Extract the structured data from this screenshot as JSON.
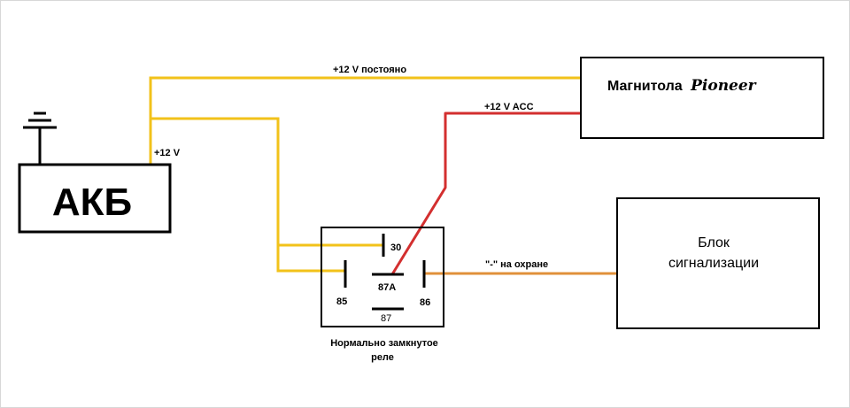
{
  "akb": {
    "label": "АКБ"
  },
  "radio": {
    "label": "Магнитола",
    "brand": "Pioneer"
  },
  "alarm": {
    "line1": "Блок",
    "line2": "сигнализации"
  },
  "relay": {
    "pins": {
      "p30": "30",
      "p85": "85",
      "p86": "86",
      "p87": "87",
      "p87a": "87A"
    },
    "caption_line1": "Нормально замкнутое",
    "caption_line2": "реле"
  },
  "wires": {
    "constant": "+12 V постояно",
    "battery": "+12 V",
    "acc": "+12 V ACC",
    "alarm": "\"-\" на охране"
  },
  "colors": {
    "yellow_wire": "#f2c21a",
    "red_wire": "#d32f2f",
    "orange_wire": "#e0903a",
    "frame": "#000000"
  }
}
